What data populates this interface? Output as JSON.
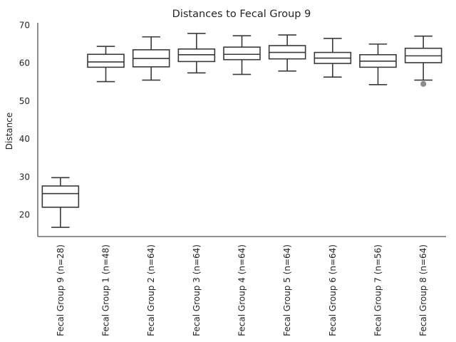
{
  "chart_data": {
    "type": "box",
    "title": "Distances to Fecal Group 9",
    "xlabel": "",
    "ylabel": "Distance",
    "ylim": [
      14,
      70.5
    ],
    "yticks": [
      20,
      30,
      40,
      50,
      60,
      70
    ],
    "grid": false,
    "categories": [
      "Fecal Group 9 (n=28)",
      "Fecal Group 1 (n=48)",
      "Fecal Group 2 (n=64)",
      "Fecal Group 3 (n=64)",
      "Fecal Group 4 (n=64)",
      "Fecal Group 5 (n=64)",
      "Fecal Group 6 (n=64)",
      "Fecal Group 7 (n=56)",
      "Fecal Group 8 (n=64)"
    ],
    "boxes": [
      {
        "whisker_low": 16.7,
        "q1": 22.0,
        "median": 25.6,
        "q3": 27.6,
        "whisker_high": 29.8,
        "outliers": []
      },
      {
        "whisker_low": 55.1,
        "q1": 58.9,
        "median": 60.3,
        "q3": 62.3,
        "whisker_high": 64.4,
        "outliers": []
      },
      {
        "whisker_low": 55.5,
        "q1": 59.0,
        "median": 61.2,
        "q3": 63.5,
        "whisker_high": 66.9,
        "outliers": []
      },
      {
        "whisker_low": 57.4,
        "q1": 60.4,
        "median": 62.2,
        "q3": 63.7,
        "whisker_high": 67.8,
        "outliers": []
      },
      {
        "whisker_low": 57.0,
        "q1": 60.9,
        "median": 62.3,
        "q3": 64.2,
        "whisker_high": 67.2,
        "outliers": []
      },
      {
        "whisker_low": 57.9,
        "q1": 61.1,
        "median": 62.8,
        "q3": 64.6,
        "whisker_high": 67.4,
        "outliers": []
      },
      {
        "whisker_low": 56.3,
        "q1": 59.9,
        "median": 61.3,
        "q3": 62.8,
        "whisker_high": 66.5,
        "outliers": []
      },
      {
        "whisker_low": 54.3,
        "q1": 58.9,
        "median": 60.5,
        "q3": 62.2,
        "whisker_high": 65.0,
        "outliers": []
      },
      {
        "whisker_low": 55.5,
        "q1": 60.1,
        "median": 61.9,
        "q3": 63.9,
        "whisker_high": 67.1,
        "outliers": [
          54.5
        ]
      }
    ],
    "colors": {
      "line": "#3a3a3a",
      "box_fill": "#ffffff",
      "outlier": "#8c8c8c",
      "axis": "#262626"
    }
  }
}
